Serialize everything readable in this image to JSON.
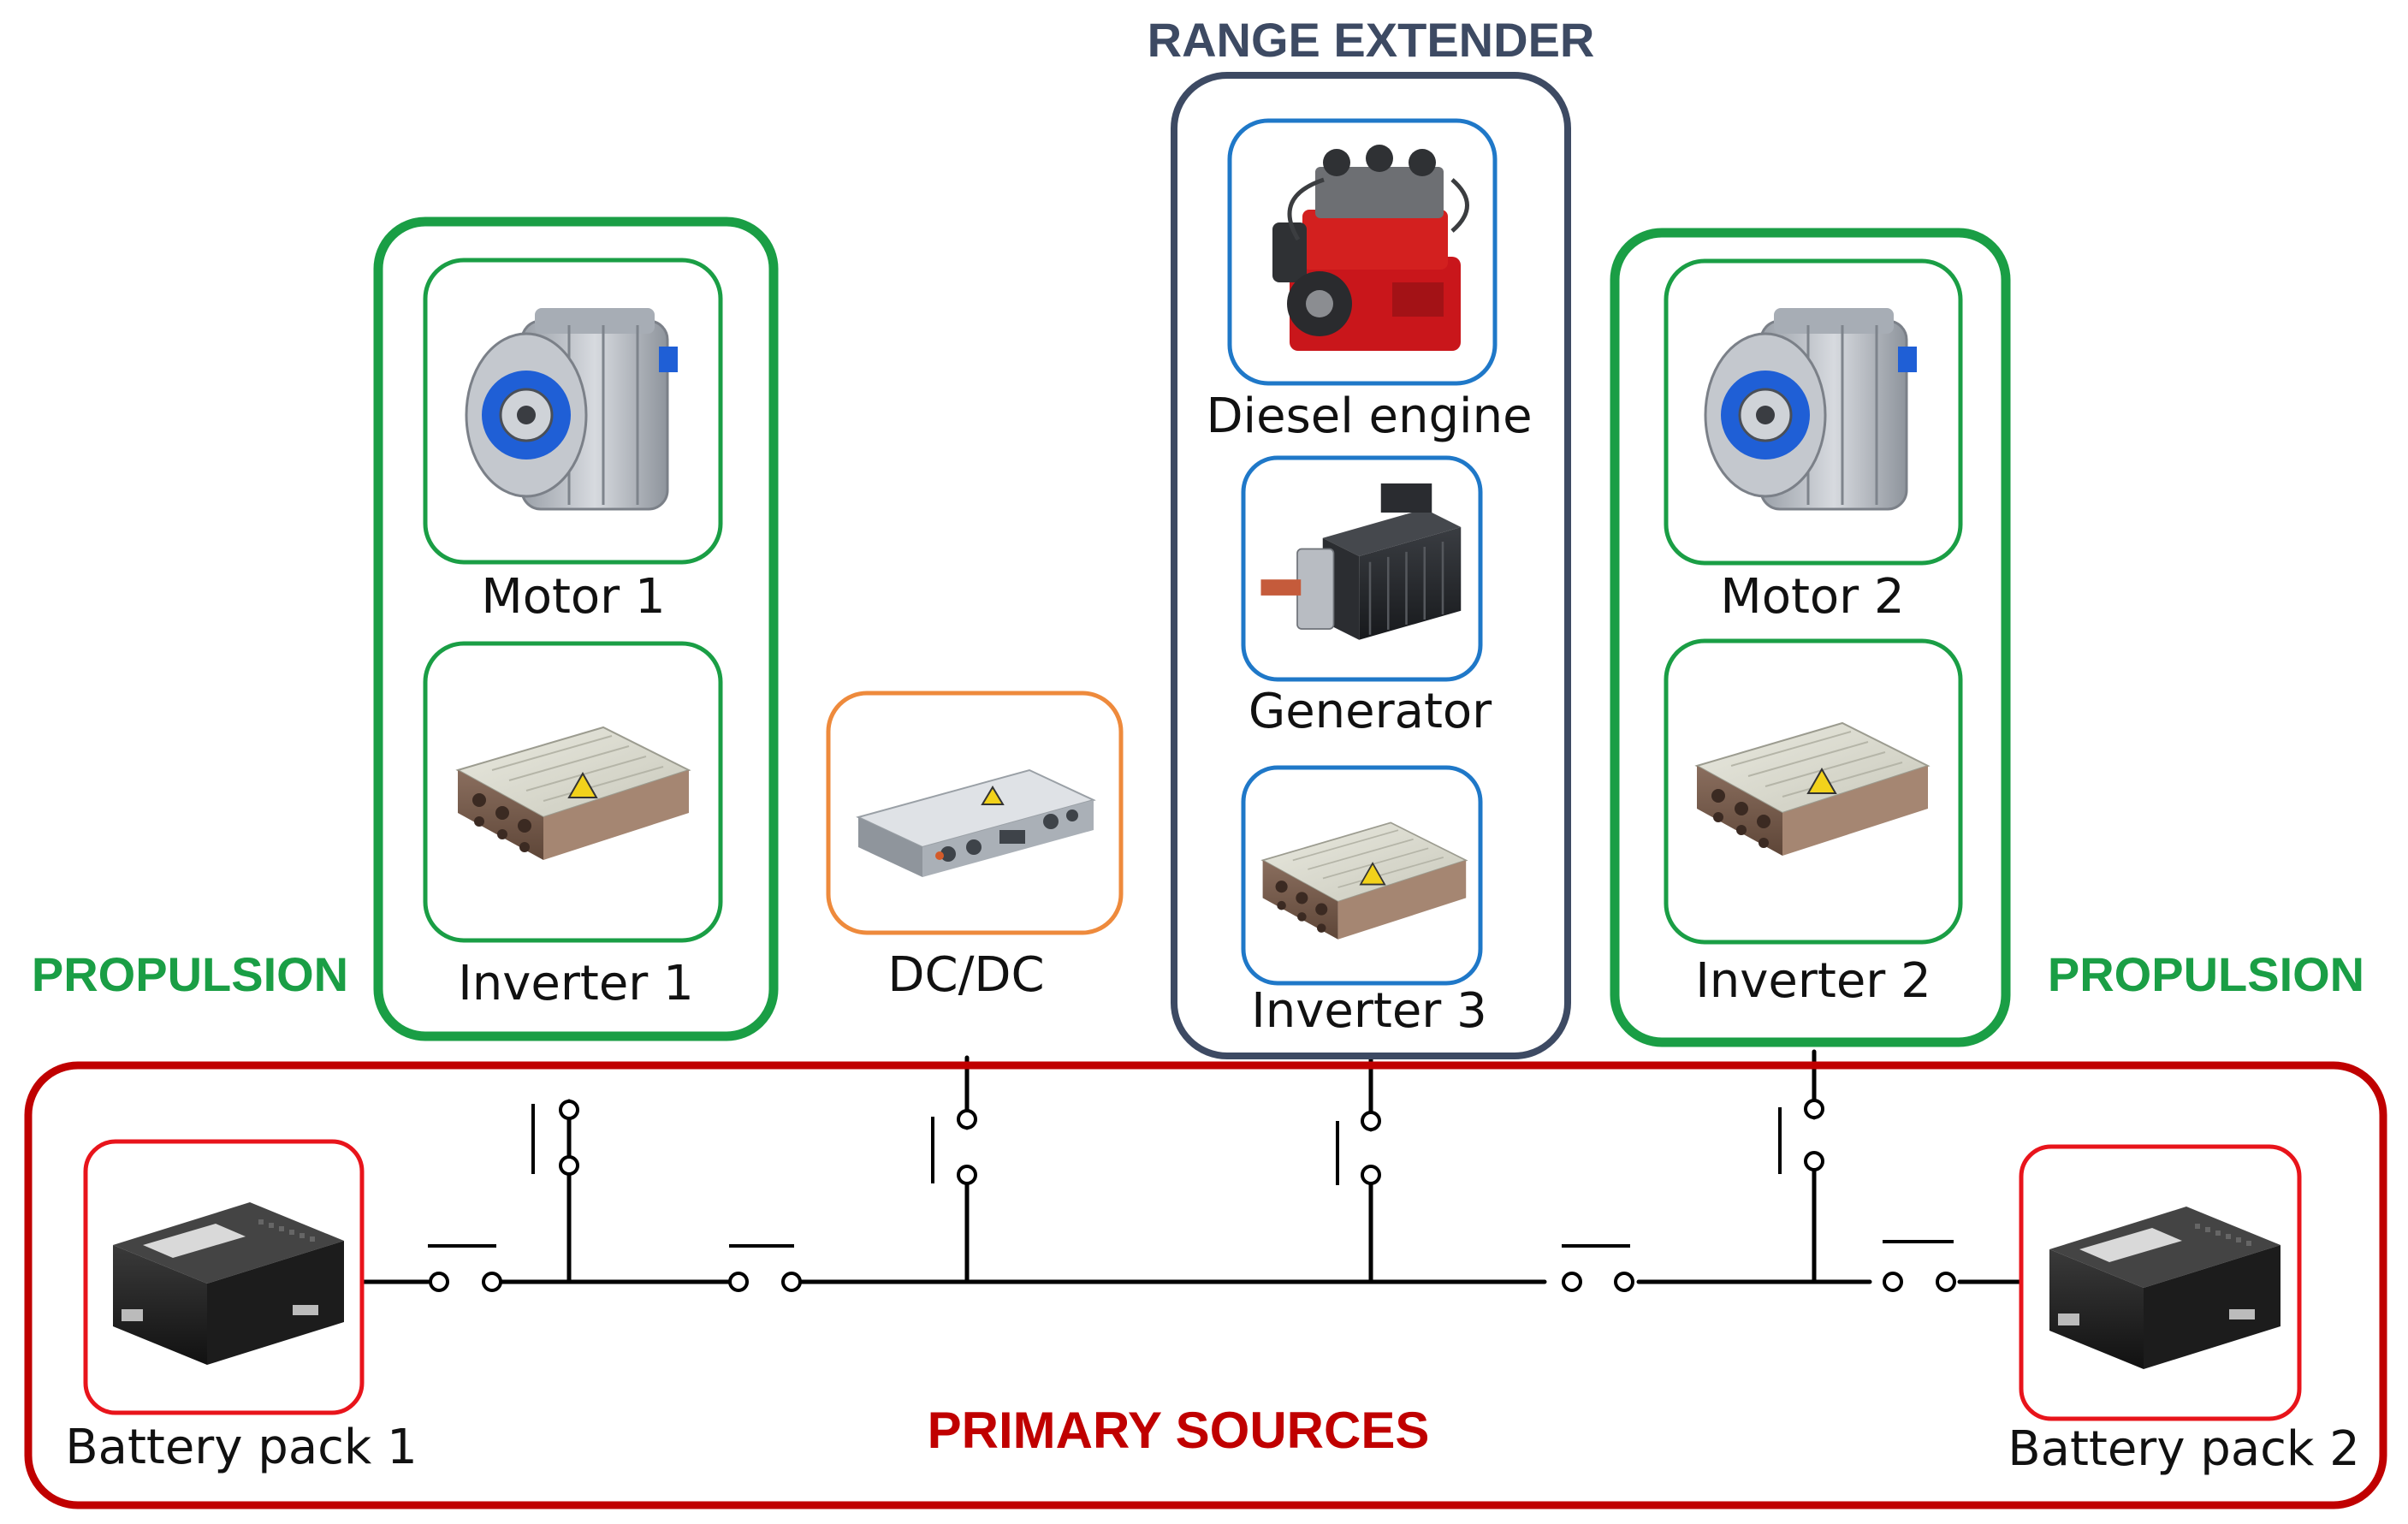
{
  "titles": {
    "range_extender": "RANGE EXTENDER",
    "propulsion_left": "PROPULSION",
    "propulsion_right": "PROPULSION",
    "primary_sources": "PRIMARY SOURCES"
  },
  "components": {
    "motor_1": "Motor 1",
    "inverter_1": "Inverter 1",
    "dcdc": "DC/DC",
    "diesel_engine": "Diesel engine",
    "generator": "Generator",
    "inverter_3": "Inverter 3",
    "motor_2": "Motor 2",
    "inverter_2": "Inverter 2",
    "battery_pack_1": "Battery pack 1",
    "battery_pack_2": "Battery pack 2"
  },
  "colors": {
    "propulsion": "#1a9e45",
    "range_extender": "#3d4a63",
    "primary_sources": "#c00000",
    "battery_box": "#e8141b",
    "dcdc_box": "#ee8a3c",
    "range_item_box": "#1f78c8",
    "bus": "#000000"
  },
  "icons": {
    "motor": "electric-motor-icon",
    "inverter": "inverter-icon",
    "dcdc": "dcdc-converter-icon",
    "diesel": "diesel-engine-icon",
    "generator": "generator-icon",
    "battery": "battery-pack-icon"
  }
}
